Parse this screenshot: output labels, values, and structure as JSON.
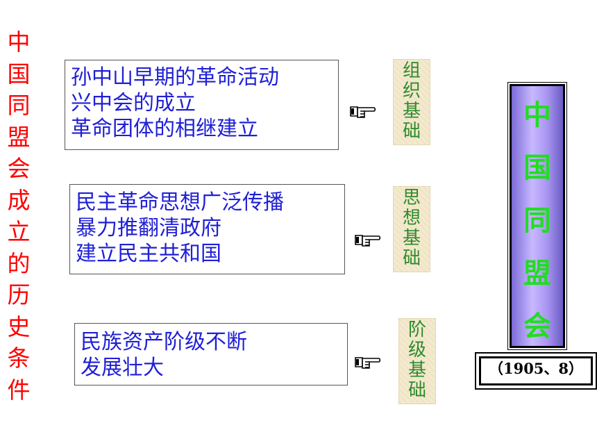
{
  "left_title": [
    "中",
    "国",
    "同",
    "盟",
    "会",
    "成",
    "立",
    "的",
    "历",
    "史",
    "条",
    "件"
  ],
  "conditions": [
    {
      "lines": [
        "孙中山早期的革命活动",
        "兴中会的成立",
        "革命团体的相继建立"
      ],
      "basis": [
        "组",
        "织",
        "基",
        "础"
      ]
    },
    {
      "lines": [
        "民主革命思想广泛传播",
        "暴力推翻清政府",
        "建立民主共和国"
      ],
      "basis": [
        "思",
        "想",
        "基",
        "础"
      ]
    },
    {
      "lines": [
        "民族资产阶级不断",
        "发展壮大"
      ],
      "basis": [
        "阶",
        "级",
        "基",
        "础"
      ]
    }
  ],
  "hand_icon": "pointing-hand-icon",
  "organization": [
    "中",
    "国",
    "同",
    "盟",
    "会"
  ],
  "date": "（1905、8）",
  "colors": {
    "title": "#ff0000",
    "condition_text": "#1f1fd6",
    "basis_text": "#2e8b2e",
    "org_text": "#22dd22"
  }
}
